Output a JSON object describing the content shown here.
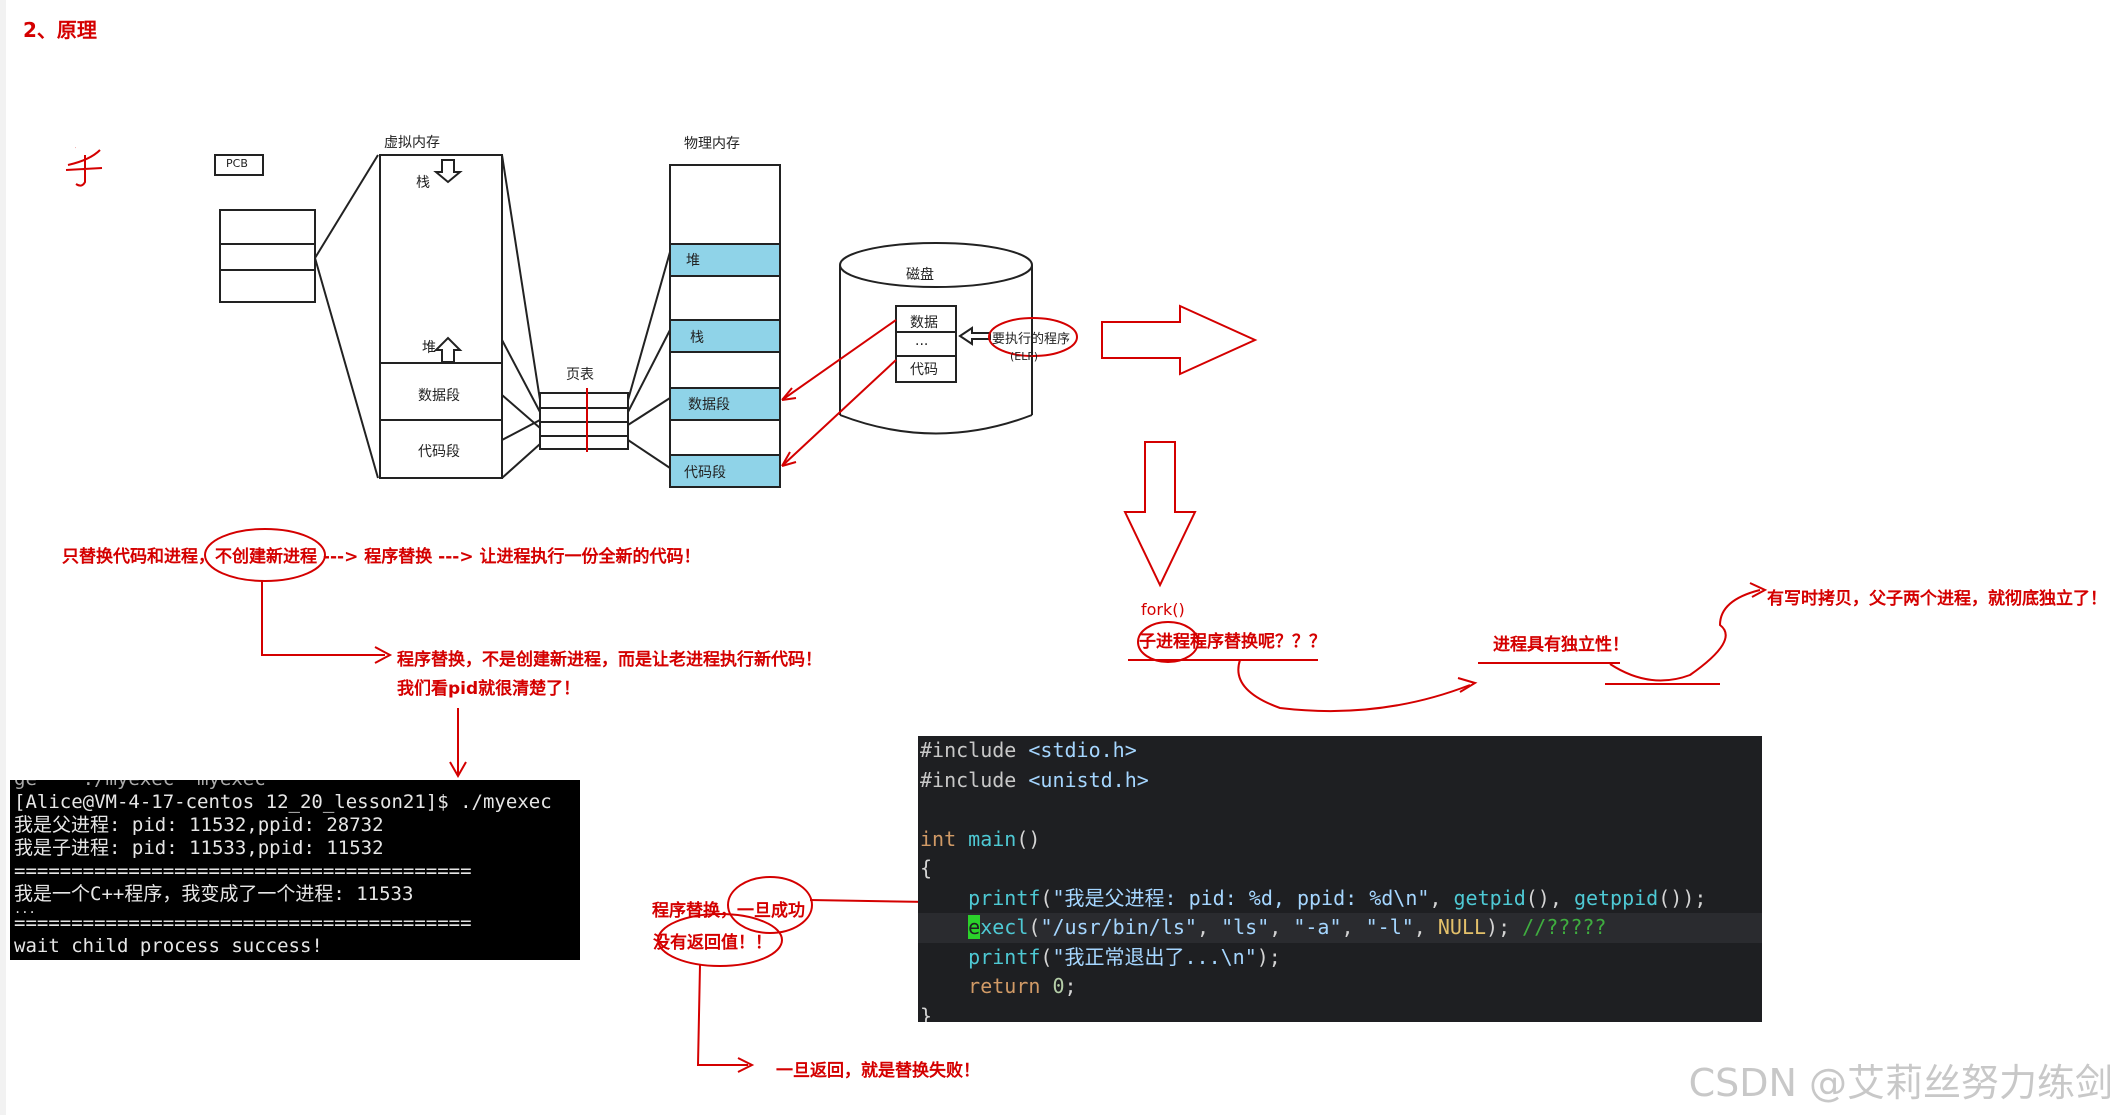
{
  "section_title": "2、原理",
  "sketch": {
    "child_mark": "子",
    "pcb_label": "PCB",
    "virtual_memory_label": "虚拟内存",
    "stack_label": "栈",
    "heap_label": "堆",
    "data_segment_label": "数据段",
    "code_segment_label": "代码段",
    "page_table_label": "页表",
    "physical_memory_label": "物理内存",
    "phys_heap_label": "堆",
    "phys_stack_label": "栈",
    "phys_data_label": "数据段",
    "phys_code_label": "代码段",
    "disk_label": "磁盘",
    "disk_data_label": "数据",
    "disk_ellipsis": "...",
    "disk_code_label": "代码",
    "program_to_run_label": "要执行的程序",
    "elf_label": "(ELF)"
  },
  "notes": {
    "replace_only": "只替换代码和进程，不创建新进程 ---> 程序替换 ---> 让进程执行一份全新的代码！",
    "replace_explain": "程序替换，不是创建新进程，而是让老进程执行新代码！",
    "see_pid": "我们看pid就很清楚了！",
    "fork": "fork()",
    "child_replace_question": "子进程程序替换呢？？？",
    "process_independence": "进程具有独立性！",
    "copy_on_write": "有写时拷贝，父子两个进程，就彻底独立了！",
    "replace_success": "程序替换，一旦成功",
    "no_return": "没有返回值！！",
    "return_fail": "一旦返回，就是替换失败！"
  },
  "terminal": {
    "lines": [
      "ge    ./myexec  myexec",
      "[Alice@VM-4-17-centos 12_20_lesson21]$ ./myexec",
      "我是父进程: pid: 11532,ppid: 28732",
      "我是子进程: pid: 11533,ppid: 11532",
      "========================================",
      "我是一个C++程序，我变成了一个进程: 11533",
      "...",
      "========================================",
      "wait child process success!"
    ]
  },
  "code": {
    "include1_kw": "#include",
    "include1_hdr": "<stdio.h>",
    "include2_kw": "#include",
    "include2_hdr": "<unistd.h>",
    "int_kw": "int",
    "main_fn": "main",
    "main_parens": "()",
    "open_brace": "{",
    "printf1_fn": "printf",
    "printf1_str": "\"我是父进程: pid: %d, ppid: %d\\n\"",
    "getpid_fn": "getpid",
    "getppid_fn": "getppid",
    "execl_fn": "execl",
    "execl_arg1": "\"/usr/bin/ls\"",
    "execl_arg2": "\"ls\"",
    "execl_arg3": "\"-a\"",
    "execl_arg4": "\"-l\"",
    "null_kw": "NULL",
    "comment": "//?????",
    "printf2_fn": "printf",
    "printf2_str": "\"我正常退出了...\\n\"",
    "return_kw": "return",
    "zero": "0",
    "close_brace": "}"
  },
  "watermark": "CSDN @艾莉丝努力练剑",
  "colors": {
    "annotation_red": "#d40000",
    "memory_fill": "#8fd3e8",
    "code_bg": "#1e1f22"
  }
}
